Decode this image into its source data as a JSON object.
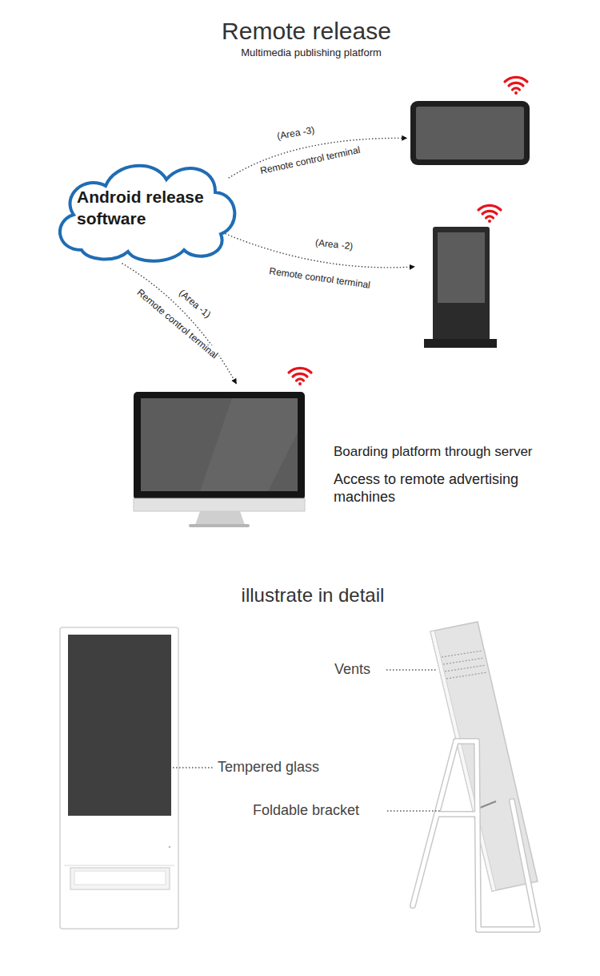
{
  "diagram": {
    "title": "Remote release",
    "nodes": [
      {
        "text": [
          "Android release software"
        ]
      },
      {
        "text": []
      },
      {
        "text": []
      },
      {
        "text": []
      }
    ],
    "edges": [
      {
        "from": 0,
        "to": 1,
        "arrow": "to",
        "label": "(Area -3)"
      },
      {
        "from": 0,
        "to": 2,
        "arrow": "to",
        "label": "(Area -2)"
      },
      {
        "from": 0,
        "to": 3,
        "arrow": "to",
        "label": "(Area -1)"
      }
    ],
    "labels": [
      "Multimedia publishing platform",
      "Remote control terminal",
      "Remote control terminal",
      "Remote control terminal",
      "Boarding platform through server",
      "Access to remote advertising machines",
      "illustrate in detail",
      "Tempered glass",
      "Vents",
      "Foldable bracket"
    ]
  }
}
